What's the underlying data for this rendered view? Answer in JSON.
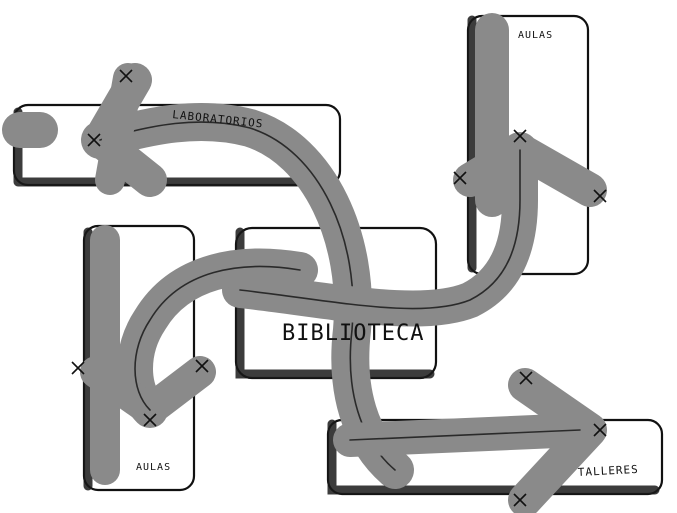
{
  "diagram": {
    "labels": {
      "laboratorios": "LABORATORIOS",
      "aulas_top": "AULAS",
      "biblioteca": "BIBLIOTECA",
      "aulas_bottom": "AULAS",
      "talleres": "TALLERES"
    },
    "colors": {
      "flow": "#8a8a8a",
      "outline": "#111111",
      "shade": "#1a1a1a"
    }
  }
}
